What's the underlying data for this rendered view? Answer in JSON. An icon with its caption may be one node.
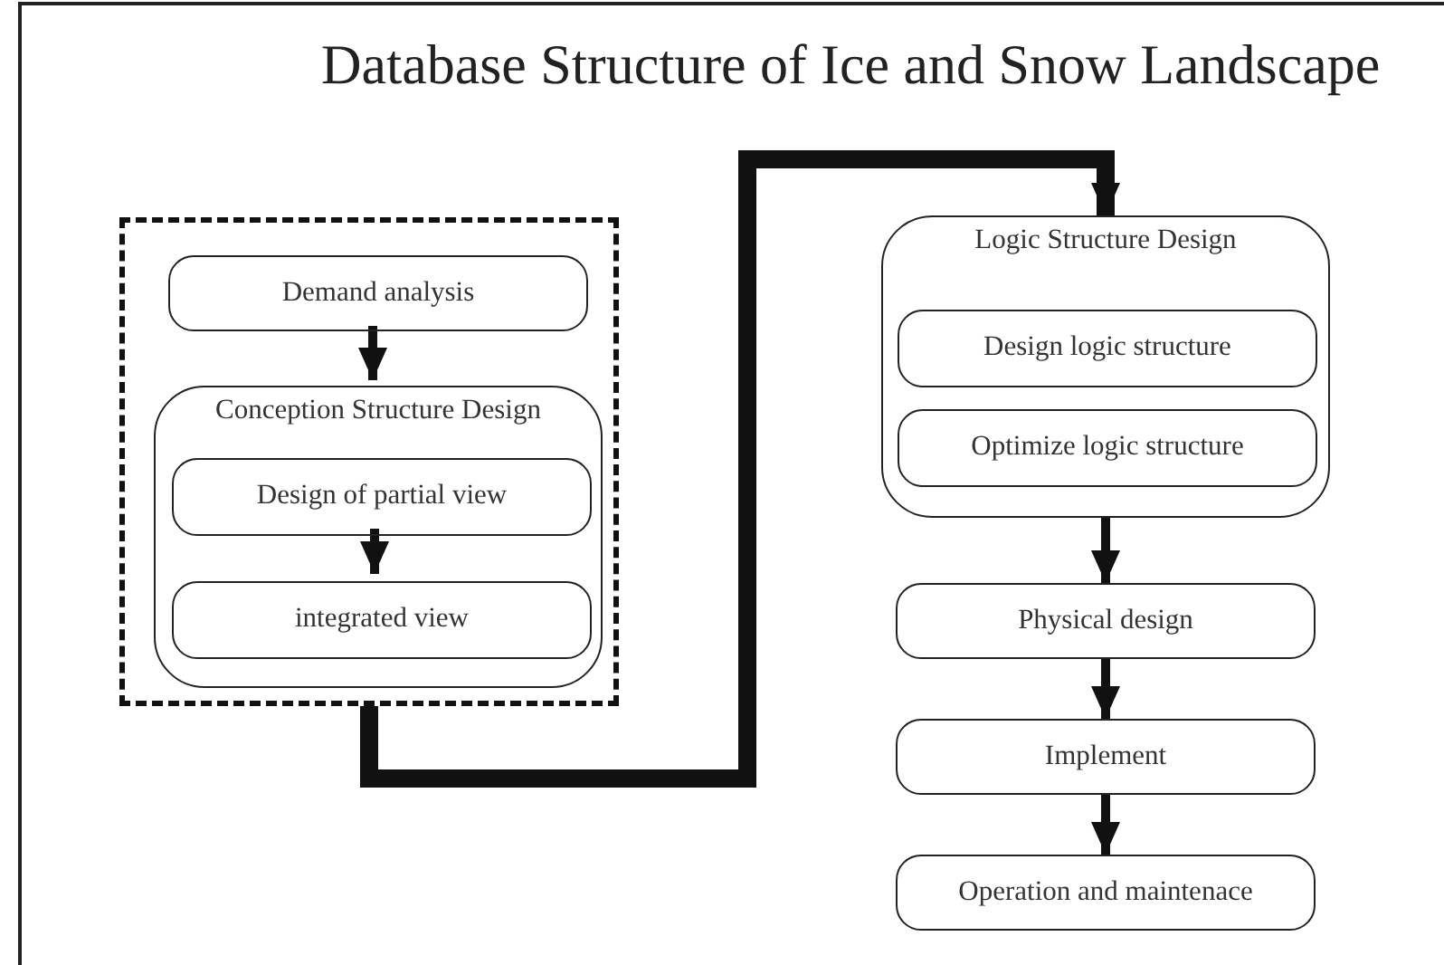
{
  "diagram": {
    "title": "Database Structure of Ice and Snow Landscape",
    "nodes": [
      {
        "text": [],
        "shape": "box"
      },
      {
        "text": [
          "Demand analysis"
        ],
        "in": 0
      },
      {
        "text": [
          "Conception Structure Design"
        ],
        "in": 0
      },
      {
        "text": [
          "Design of partial view"
        ],
        "in": 2
      },
      {
        "text": [
          "integrated view"
        ],
        "in": 2
      },
      {
        "text": [
          "Logic Structure Design"
        ]
      },
      {
        "text": [
          "Design logic structure"
        ],
        "in": 5
      },
      {
        "text": [
          "Optimize logic structure"
        ],
        "in": 5
      },
      {
        "text": [
          "Physical design"
        ]
      },
      {
        "text": [
          "Implement"
        ]
      },
      {
        "text": [
          "Operation and maintenace"
        ]
      }
    ],
    "edges": [
      {
        "from": 1,
        "to": 2,
        "arrow": "to"
      },
      {
        "from": 3,
        "to": 4,
        "arrow": "to"
      },
      {
        "from": 0,
        "to": 5,
        "arrow": "to",
        "style": "thick"
      },
      {
        "from": 5,
        "to": 8,
        "arrow": "to"
      },
      {
        "from": 8,
        "to": 9,
        "arrow": "to"
      },
      {
        "from": 9,
        "to": 10,
        "arrow": "to"
      }
    ]
  }
}
